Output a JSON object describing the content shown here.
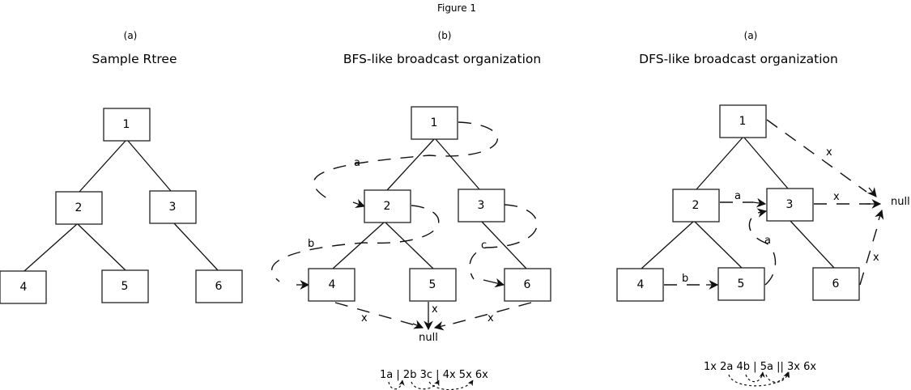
{
  "figure_title": "Figure 1",
  "panels": [
    {
      "tag": "(a)",
      "title": "Sample Rtree",
      "nodes": [
        "1",
        "2",
        "3",
        "4",
        "5",
        "6"
      ],
      "edges": [
        [
          "1",
          "2"
        ],
        [
          "1",
          "3"
        ],
        [
          "2",
          "4"
        ],
        [
          "2",
          "5"
        ],
        [
          "3",
          "6"
        ]
      ]
    },
    {
      "tag": "(b)",
      "title": "BFS-like broadcast organization",
      "nodes": [
        "1",
        "2",
        "3",
        "4",
        "5",
        "6"
      ],
      "null_label": "null",
      "pointer_labels": {
        "a": "a",
        "b": "b",
        "c": "c",
        "x4": "x",
        "x5": "x",
        "x6": "x"
      },
      "pointers": [
        {
          "from": "1",
          "to": "2",
          "label": "a"
        },
        {
          "from": "2",
          "to": "4",
          "label": "b"
        },
        {
          "from": "3",
          "to": "6",
          "label": "c"
        },
        {
          "from": "4",
          "to": "null",
          "label": "x"
        },
        {
          "from": "5",
          "to": "null",
          "label": "x"
        },
        {
          "from": "6",
          "to": "null",
          "label": "x"
        }
      ],
      "sequence": [
        "1a",
        "|",
        "2b",
        "3c",
        "|",
        "4x",
        "5x",
        "6x"
      ]
    },
    {
      "tag": "(a)",
      "title": "DFS-like broadcast organization",
      "nodes": [
        "1",
        "2",
        "3",
        "4",
        "5",
        "6"
      ],
      "null_label": "null",
      "pointer_labels": {
        "x1": "x",
        "a2": "a",
        "x3": "x",
        "b4": "b",
        "a5": "a",
        "x6": "x"
      },
      "pointers": [
        {
          "from": "1",
          "to": "null",
          "label": "x"
        },
        {
          "from": "2",
          "to": "3",
          "label": "a"
        },
        {
          "from": "3",
          "to": "null",
          "label": "x"
        },
        {
          "from": "4",
          "to": "5",
          "label": "b"
        },
        {
          "from": "5",
          "to": "3",
          "label": "a"
        },
        {
          "from": "6",
          "to": "null",
          "label": "x"
        }
      ],
      "sequence": [
        "1x",
        "2a",
        "4b",
        "|",
        "5a",
        "|",
        "|",
        "3x",
        "6x"
      ]
    }
  ]
}
